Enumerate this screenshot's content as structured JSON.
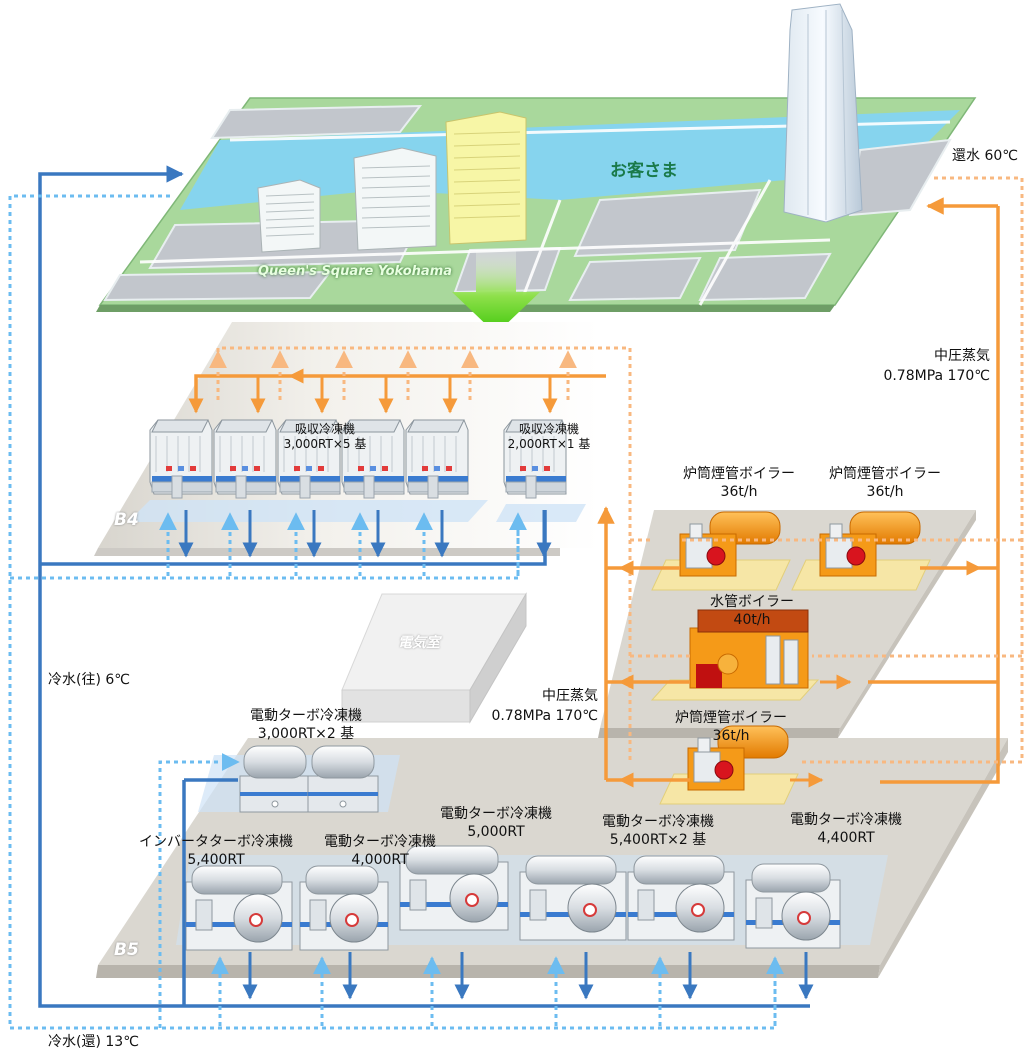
{
  "city": {
    "customers_label": "お客さま",
    "building_name": "Queen's Square Yokohama"
  },
  "floors": {
    "b4": "B4",
    "b5": "B5",
    "electrical_room": "電気室"
  },
  "steam": {
    "top_label_line1": "中圧蒸気",
    "top_label_line2": "0.78MPa 170℃",
    "mid_label_line1": "中圧蒸気",
    "mid_label_line2": "0.78MPa 170℃"
  },
  "water": {
    "return_hot": "還水 60℃",
    "chilled_supply": "冷水(往) 6℃",
    "chilled_return": "冷水(還) 13℃"
  },
  "b4_units": [
    {
      "name": "吸収冷凍機",
      "spec": "3,000RT×5 基"
    },
    {
      "name": "吸収冷凍機",
      "spec": "2,000RT×1 基"
    }
  ],
  "boilers": [
    {
      "name": "炉筒煙管ボイラー",
      "spec": "36t/h"
    },
    {
      "name": "炉筒煙管ボイラー",
      "spec": "36t/h"
    },
    {
      "name": "水管ボイラー",
      "spec": "40t/h"
    },
    {
      "name": "炉筒煙管ボイラー",
      "spec": "36t/h"
    }
  ],
  "b5_units": [
    {
      "name": "電動ターボ冷凍機",
      "spec": "3,000RT×2 基"
    },
    {
      "name": "インバータターボ冷凍機",
      "spec": "5,400RT"
    },
    {
      "name": "電動ターボ冷凍機",
      "spec": "4,000RT"
    },
    {
      "name": "電動ターボ冷凍機",
      "spec": "5,000RT"
    },
    {
      "name": "電動ターボ冷凍機",
      "spec": "5,400RT×2 基"
    },
    {
      "name": "電動ターボ冷凍機",
      "spec": "4,400RT"
    }
  ],
  "colors": {
    "chilled_pipe": "#3a78c0",
    "chilled_return_pipe": "#6cbcf0",
    "steam_pipe": "#f5a04a",
    "return_steam_pipe": "#f8c090",
    "boiler_orange": "#f59a18",
    "floor_gray": "#d9d6cf",
    "map_green": "#a6d79a",
    "map_water": "#7fd0ec",
    "arrow_green": "#44cc11"
  }
}
